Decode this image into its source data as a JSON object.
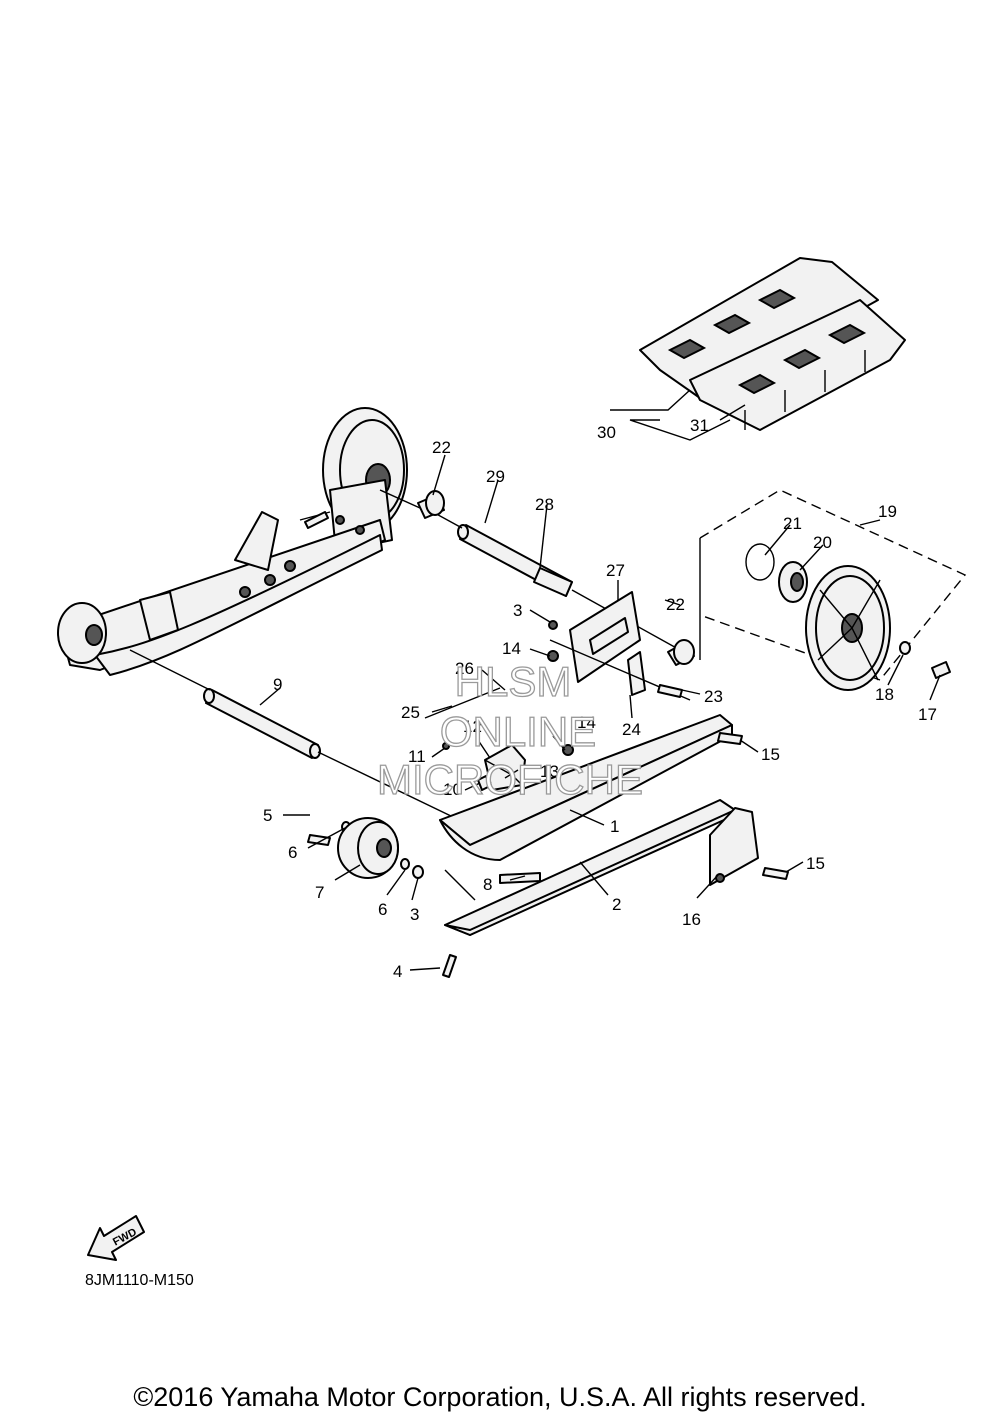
{
  "diagram_code": "8JM1110-M150",
  "copyright": "©2016 Yamaha Motor Corporation, U.S.A. All rights reserved.",
  "fwd_label": "FWD",
  "watermark": [
    "HLSM",
    "ONLINE",
    "MICROFICHE"
  ],
  "callouts": {
    "c1": "1",
    "c2": "2",
    "c3a": "3",
    "c3b": "3",
    "c4": "4",
    "c5": "5",
    "c6a": "6",
    "c6b": "6",
    "c7": "7",
    "c8": "8",
    "c9": "9",
    "c10": "10",
    "c11": "11",
    "c12": "12",
    "c13": "13",
    "c14a": "14",
    "c14b": "14",
    "c15a": "15",
    "c15b": "15",
    "c16": "16",
    "c17": "17",
    "c18": "18",
    "c19": "19",
    "c20": "20",
    "c21": "21",
    "c22a": "22",
    "c22b": "22",
    "c23": "23",
    "c24": "24",
    "c25": "25",
    "c26": "26",
    "c27": "27",
    "c28": "28",
    "c29": "29",
    "c30": "30",
    "c31": "31"
  }
}
